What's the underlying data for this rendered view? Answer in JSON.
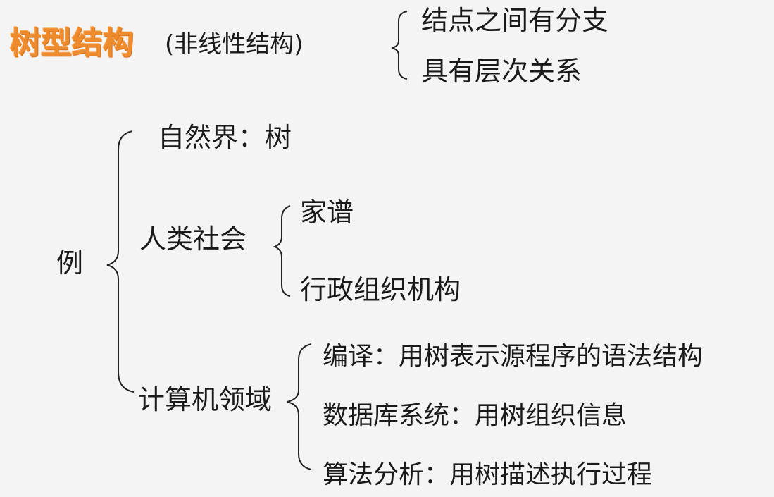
{
  "title": "树型结构",
  "subtitle": "(非线性结构)",
  "traits": [
    "结点之间有分支",
    "具有层次关系"
  ],
  "example_label": "例",
  "examples": {
    "nature": "自然界：树",
    "human_society": {
      "label": "人类社会",
      "items": [
        "家谱",
        "行政组织机构"
      ]
    },
    "computing": {
      "label": "计算机领域",
      "items": [
        "编译：用树表示源程序的语法结构",
        "数据库系统：用树组织信息",
        "算法分析：用树描述执行过程"
      ]
    }
  }
}
